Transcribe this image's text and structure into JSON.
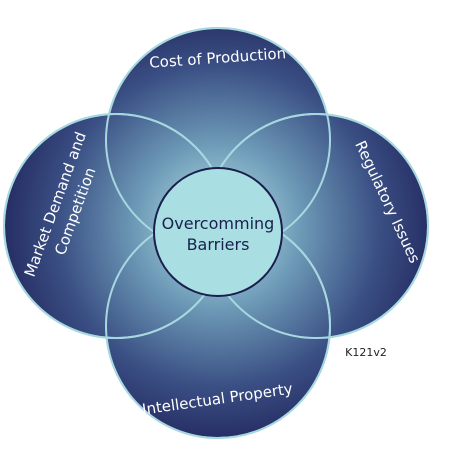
{
  "diagram": {
    "center_label_line1": "Overcomming",
    "center_label_line2": "Barriers",
    "petals": {
      "top": "Cost of Production",
      "right": "Regulatory Issues",
      "bottom": "Intellectual Property",
      "left_line1": "Market Demand and",
      "left_line2": "Competition"
    },
    "code": "K121v2",
    "colors": {
      "petal_dark": "#24285e",
      "petal_mid": "#5b89a8",
      "petal_light": "#bfe8ec",
      "outline": "#a7d8e0",
      "center_fill": "#a9dfe3",
      "center_stroke": "#1a1f4d"
    }
  }
}
